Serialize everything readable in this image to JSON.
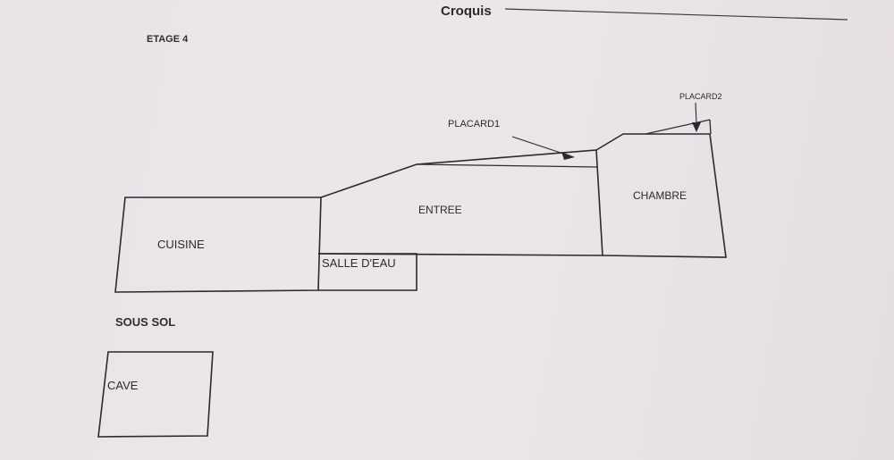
{
  "title": "Croquis",
  "levels": {
    "etage4": "ETAGE 4",
    "sous_sol": "SOUS SOL"
  },
  "rooms": {
    "cuisine": "CUISINE",
    "entree": "ENTREE",
    "salle_deau": "SALLE D'EAU",
    "chambre": "CHAMBRE",
    "cave": "CAVE"
  },
  "annotations": {
    "placard1": "PLACARD1",
    "placard2": "PLACARD2"
  },
  "colors": {
    "ink": "#2b2a2e",
    "paper": "#ebe5e8"
  }
}
